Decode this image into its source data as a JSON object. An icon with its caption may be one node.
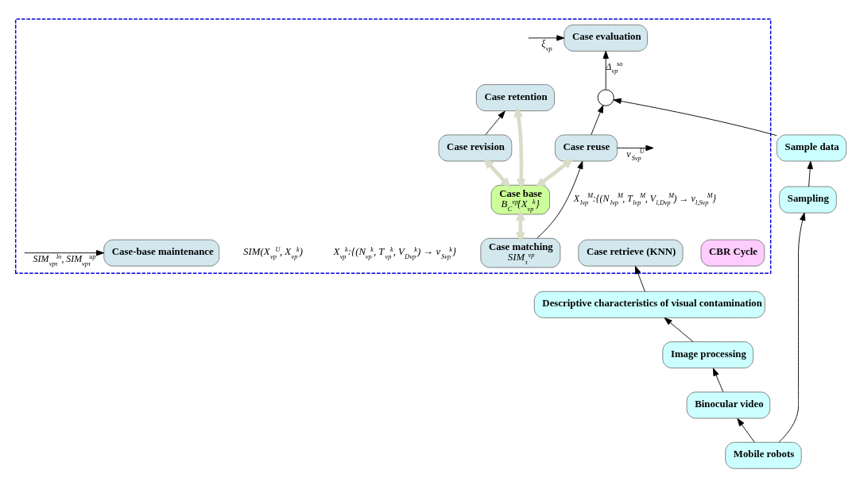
{
  "diagram": {
    "nodes": [
      {
        "text": [
          "Descriptive characteristics of visual contamination"
        ]
      },
      {
        "text": [
          "Image processing"
        ]
      },
      {
        "text": [
          "Binocular video"
        ]
      },
      {
        "text": [
          "Mobile robots"
        ]
      },
      {
        "text": [
          "Sampling"
        ]
      },
      {
        "text": [
          "Sample data"
        ]
      },
      {
        "text": [],
        "shape": "box"
      },
      {
        "text": [
          "CBR Cycle"
        ],
        "in": 6
      },
      {
        "text": [
          "Case retrieve (KNN)"
        ],
        "in": 6
      },
      {
        "text": [
          "Case matching",
          "SIM$_{τ}$$^{vp}$"
        ],
        "in": 6
      },
      {
        "text": [
          "Case base",
          "B$_{C}$$^{vp}${X$_{vp}$$^{k}$}"
        ],
        "in": 6
      },
      {
        "text": [
          "Case reuse"
        ],
        "in": 6
      },
      {
        "text": [
          "Case evaluation"
        ],
        "in": 6
      },
      {
        "text": [
          "Case revision"
        ],
        "in": 6
      },
      {
        "text": [
          "Case retention"
        ],
        "in": 6
      },
      {
        "text": [
          "Case-base maintenance"
        ],
        "in": 6
      },
      {
        "text": [],
        "shape": "circle",
        "in": 6
      }
    ],
    "edges": [
      {
        "from": 1,
        "to": 0,
        "arrow": "to"
      },
      {
        "from": 2,
        "to": 1,
        "arrow": "to"
      },
      {
        "from": 3,
        "to": 2,
        "arrow": "to"
      },
      {
        "from": 3,
        "to": 4,
        "arrow": "to"
      },
      {
        "from": 4,
        "to": 5,
        "arrow": "to"
      },
      {
        "from": 0,
        "to": 8,
        "arrow": "to"
      },
      {
        "from": 9,
        "to": 11,
        "arrow": "to",
        "label": "X$_{lvp}$$^{M}$:{(N$_{lvp}$$^{M}$, T$_{lvp}$$^{M}$, V$_{l,Dvp}$$^{M}$) → v$_{l,Svp}$$^{M}$}"
      },
      {
        "from": 11,
        "to": null,
        "arrow": "to",
        "label": "v$_{Svp}$$^{U}$"
      },
      {
        "from": 9,
        "to": 10,
        "arrow": "both",
        "style": "thick",
        "color": "#d9dcc6"
      },
      {
        "from": 10,
        "to": 11,
        "arrow": "both",
        "style": "thick",
        "color": "#d9dcc6"
      },
      {
        "from": 10,
        "to": 13,
        "arrow": "both",
        "style": "thick",
        "color": "#d9dcc6"
      },
      {
        "from": 10,
        "to": 14,
        "arrow": "both",
        "style": "thick",
        "color": "#d9dcc6"
      },
      {
        "from": null,
        "to": 12,
        "arrow": "to",
        "label": "ξ$_{vp}$"
      },
      {
        "from": 16,
        "to": 12,
        "arrow": "to",
        "label": "Δ$_{vp}$$^{sa}$"
      },
      {
        "from": 13,
        "to": 14,
        "arrow": "to"
      },
      {
        "from": null,
        "to": 15,
        "arrow": "to",
        "label": "SIM$_{vpτ}$$^{lo}$, SIM$_{vpτ}$$^{up}$"
      },
      {
        "from": 5,
        "to": 16,
        "arrow": "to"
      },
      {
        "from": 11,
        "to": 16,
        "arrow": "to"
      }
    ],
    "labels": [
      "X$_{vp}$$^{k}$:{(N$_{vp}$$^{k}$, T$_{vp}$$^{k}$, V$_{Dvp}$$^{k}$) → v$_{Svp}$$^{k}$}",
      "SIM(X$_{vp}$$^{U}$, X$_{vp}$$^{k}$)"
    ]
  }
}
